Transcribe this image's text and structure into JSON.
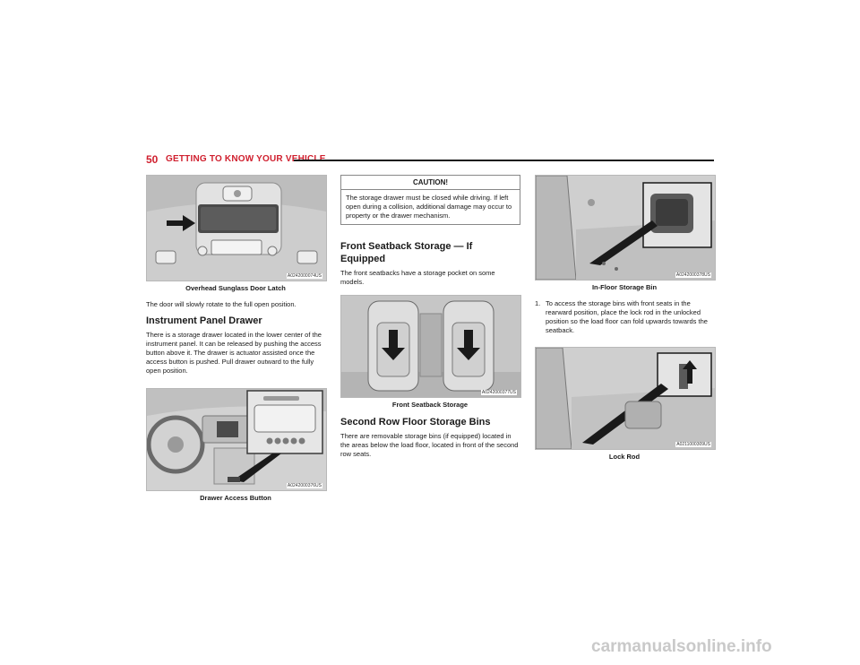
{
  "header": {
    "page_number": "50",
    "section_title": "GETTING TO KNOW YOUR VEHICLE"
  },
  "col1": {
    "fig1": {
      "code": "A0242000074US",
      "caption": "Overhead Sunglass Door Latch"
    },
    "para1": "The door will slowly rotate to the full open position.",
    "heading": "Instrument Panel Drawer",
    "para2": "There is a storage drawer located in the lower center of the instrument panel. It can be released by pushing the access button above it. The drawer is actuator assisted once the access button is pushed. Pull drawer outward to the fully open position.",
    "fig2": {
      "code": "A0242000376US",
      "caption": "Drawer Access Button"
    }
  },
  "col2": {
    "caution": {
      "title": "CAUTION!",
      "text": "The storage drawer must be closed while driving. If left open during a collision, additional damage may occur to property or the drawer mechanism."
    },
    "heading1": "Front Seatback Storage — If Equipped",
    "para1": "The front seatbacks have a storage pocket on some models.",
    "fig": {
      "code": "A0242000377US",
      "caption": "Front Seatback Storage"
    },
    "heading2": "Second Row Floor Storage Bins",
    "para2": "There are removable storage bins (if equipped) located in the areas below the load floor, located in front of the second row seats."
  },
  "col3": {
    "fig1": {
      "code": "A0242000378US",
      "caption": "In-Floor Storage Bin"
    },
    "step": {
      "number": "1.",
      "text": "To access the storage bins with front seats in the rearward position, place the lock rod in the unlocked position so the load floor can fold upwards towards the seatback."
    },
    "fig2": {
      "code": "A0211000309US",
      "caption": "Lock Rod"
    }
  },
  "watermark": "carmanualsonline.info"
}
